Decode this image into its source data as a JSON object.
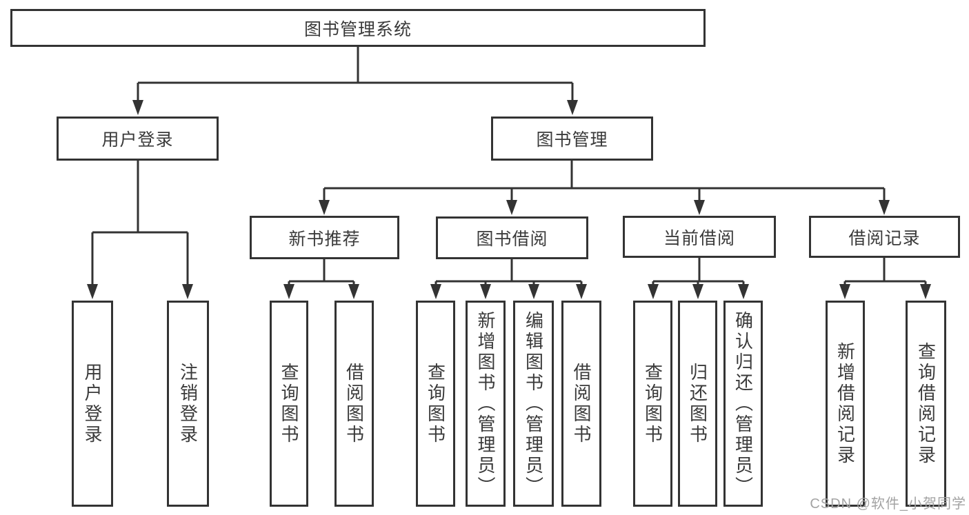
{
  "diagram": {
    "title": "图书管理系统",
    "level2": {
      "user_login": "用户登录",
      "book_mgmt": "图书管理"
    },
    "level3": {
      "new_books": "新书推荐",
      "book_borrow": "图书借阅",
      "current_borrow": "当前借阅",
      "borrow_records": "借阅记录"
    },
    "leaves": {
      "login_user": "用户登录",
      "login_logout": "注销登录",
      "newbk_query": "查询图书",
      "newbk_borrow": "借阅图书",
      "borrow_query": "查询图书",
      "borrow_add": "新增图书（管理员）",
      "borrow_edit": "编辑图书（管理员）",
      "borrow_borrow": "借阅图书",
      "current_query": "查询图书",
      "current_return": "归还图书",
      "current_confirm": "确认归还（管理员）",
      "records_add": "新增借阅记录",
      "records_query": "查询借阅记录"
    },
    "watermark": "CSDN @软件_小贺同学",
    "colors": {
      "line": "#333333",
      "text": "#3a3a3a",
      "watermark": "#a3a3a3",
      "background": "#ffffff"
    }
  }
}
